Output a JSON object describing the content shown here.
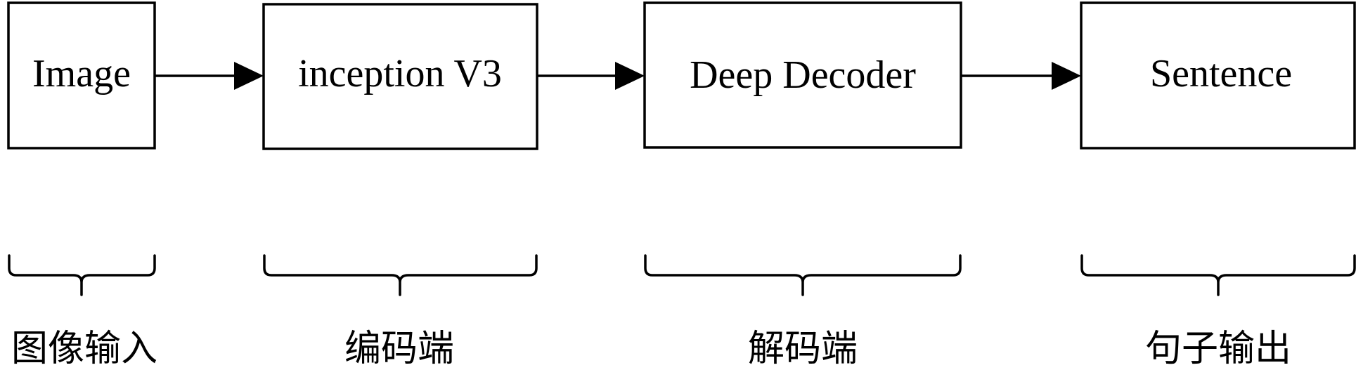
{
  "nodes": [
    {
      "id": "image",
      "label": "Image"
    },
    {
      "id": "inception",
      "label": "inception V3"
    },
    {
      "id": "decoder",
      "label": "Deep Decoder"
    },
    {
      "id": "sentence",
      "label": "Sentence"
    }
  ],
  "edges": [
    {
      "from": "image",
      "to": "inception"
    },
    {
      "from": "inception",
      "to": "decoder"
    },
    {
      "from": "decoder",
      "to": "sentence"
    }
  ],
  "stages": [
    {
      "label": "图像输入"
    },
    {
      "label": "编码端"
    },
    {
      "label": "解码端"
    },
    {
      "label": "句子输出"
    }
  ]
}
